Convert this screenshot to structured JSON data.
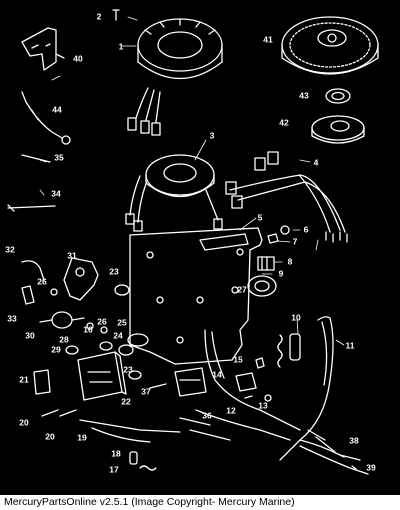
{
  "callouts": {
    "p1": "1",
    "p2": "2",
    "p3": "3",
    "p4": "4",
    "p5": "5",
    "p6": "6",
    "p7": "7",
    "p8": "8",
    "p9": "9",
    "p10": "10",
    "p11": "11",
    "p12": "12",
    "p13": "13",
    "p14": "14",
    "p15": "15",
    "p16": "16",
    "p17": "17",
    "p18": "18",
    "p19": "19",
    "p20": "20",
    "p20b": "20",
    "p21": "21",
    "p22": "22",
    "p23": "23",
    "p23b": "23",
    "p24": "24",
    "p25": "25",
    "p26": "26",
    "p26b": "26",
    "p27": "27",
    "p28": "28",
    "p29": "29",
    "p30": "30",
    "p31": "31",
    "p32": "32",
    "p33": "33",
    "p34": "34",
    "p35": "35",
    "p36": "36",
    "p37": "37",
    "p38": "38",
    "p39": "39",
    "p40": "40",
    "p41": "41",
    "p42": "42",
    "p43": "43",
    "p44": "44"
  },
  "footer": {
    "text": "MercuryPartsOnline v2.5.1 (Image Copyright- Mercury Marine)"
  }
}
